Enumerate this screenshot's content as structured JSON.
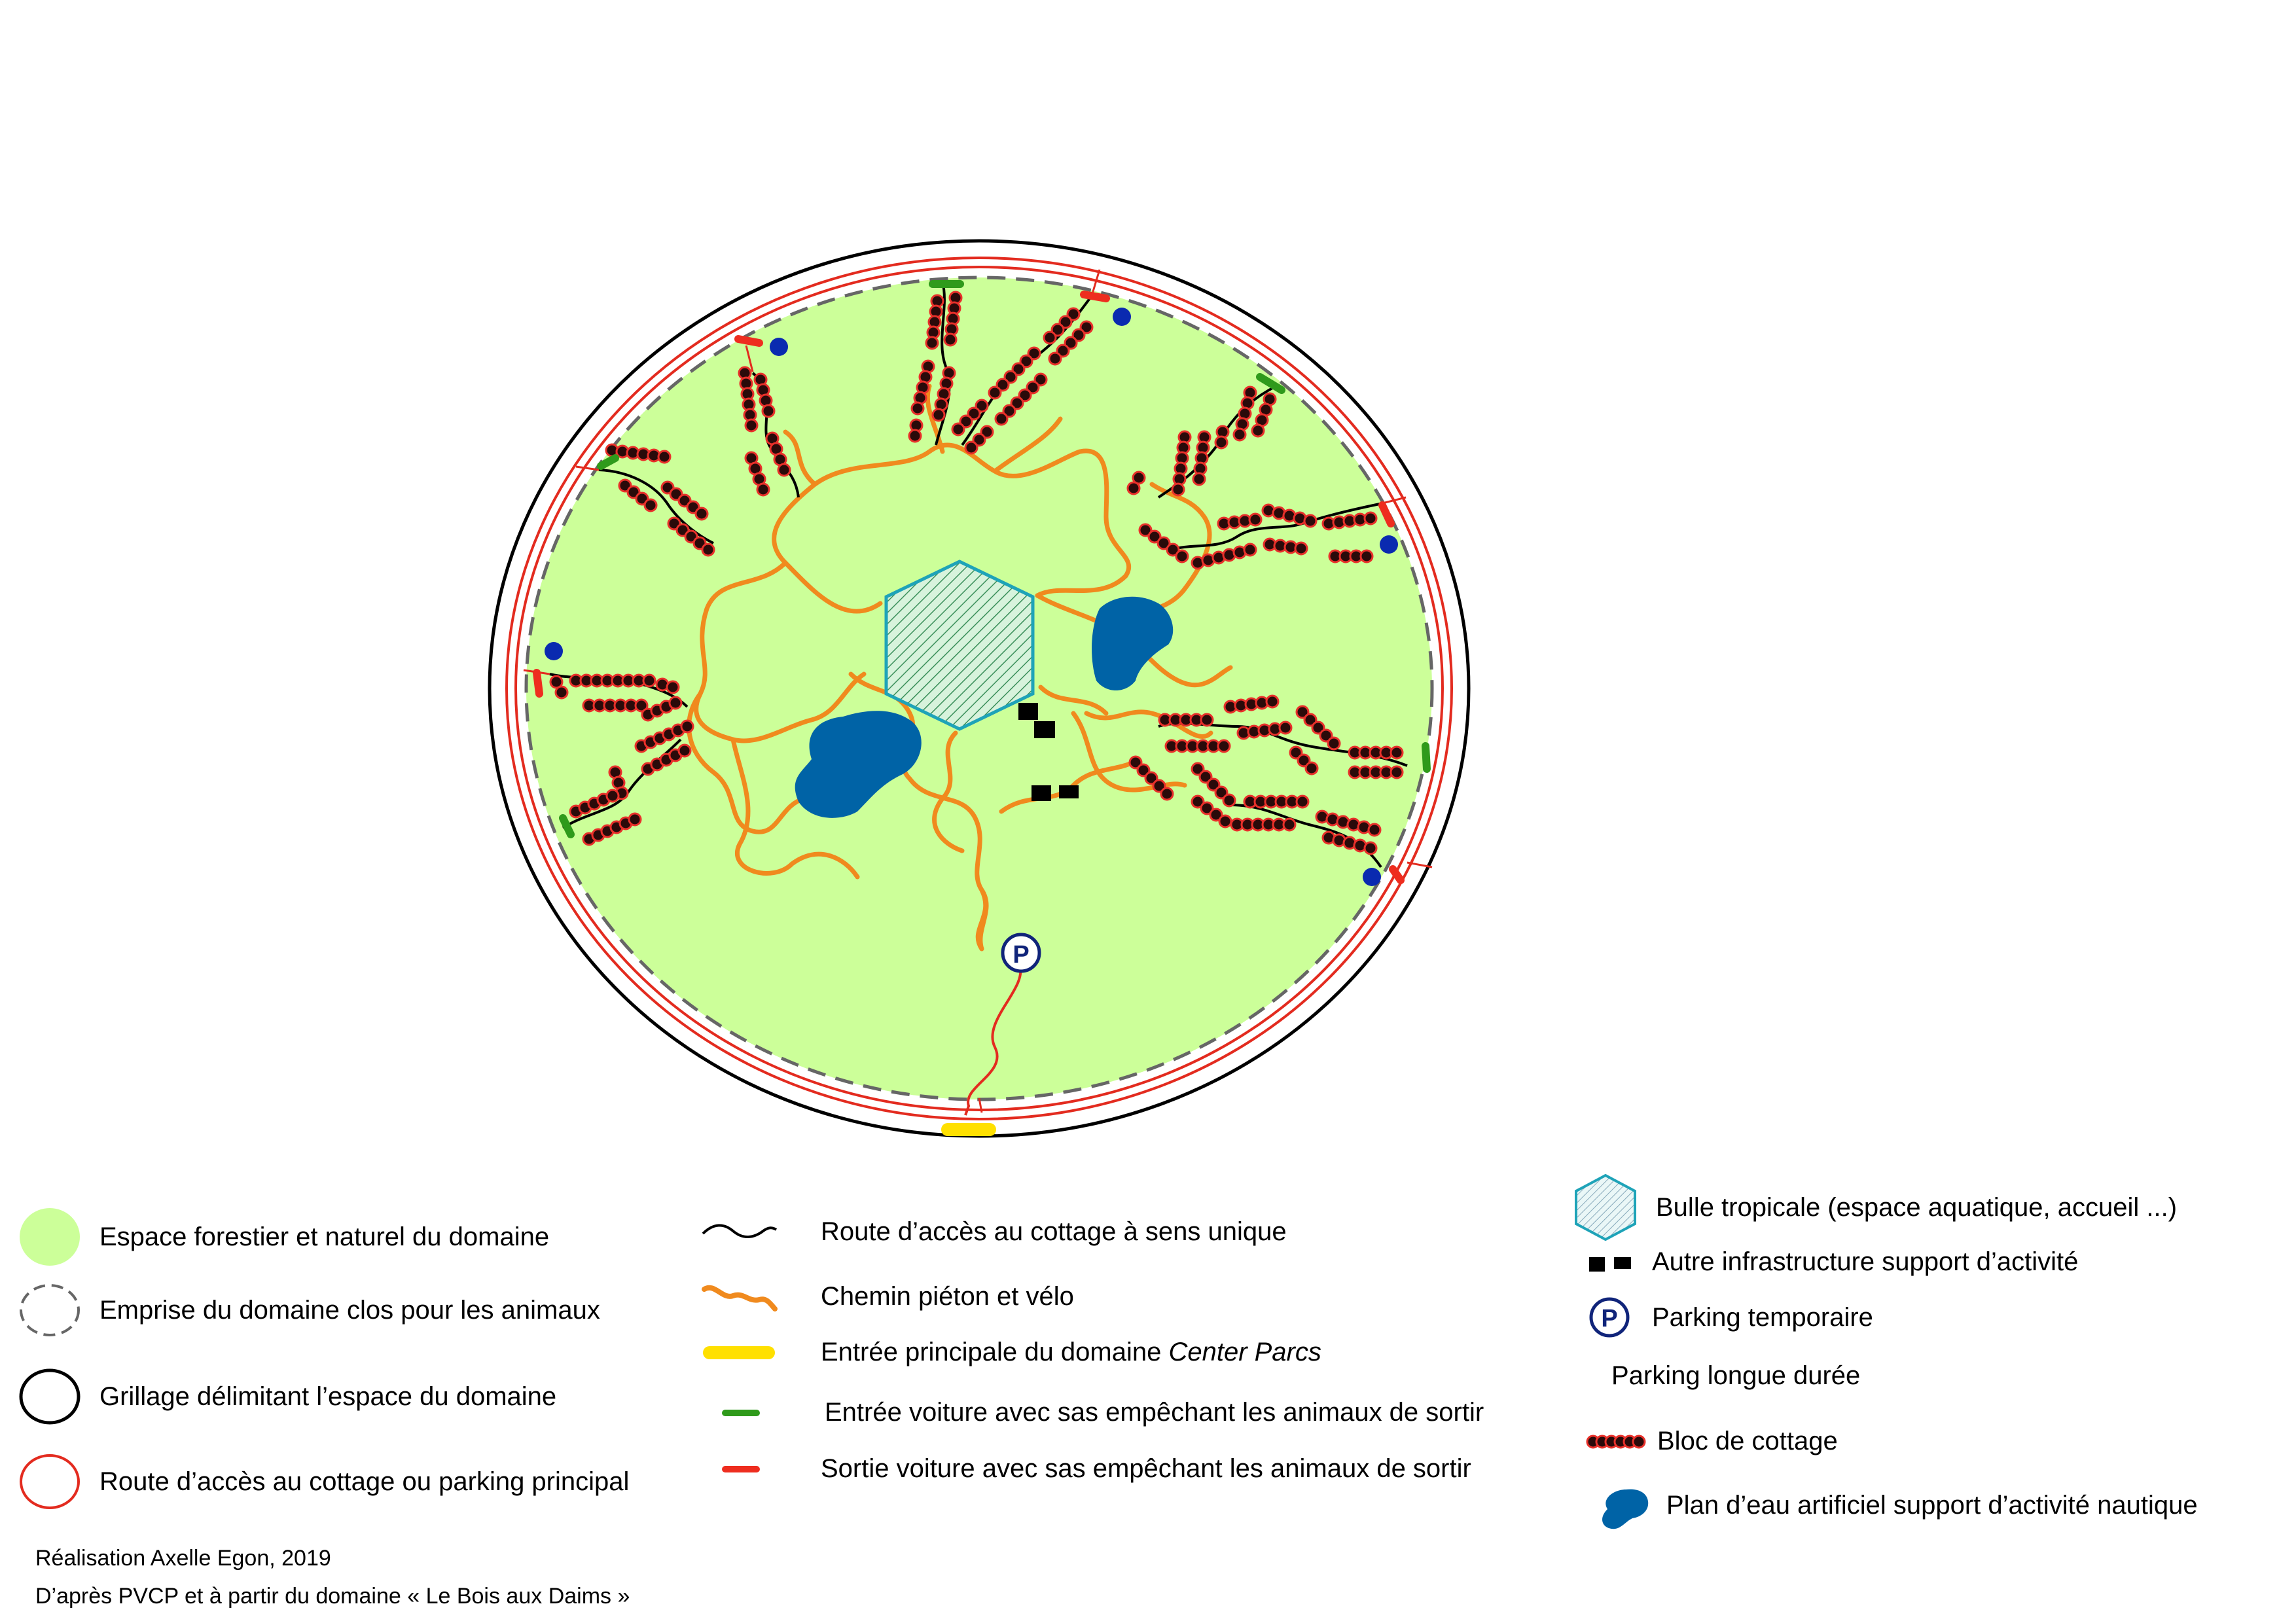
{
  "map": {
    "parking_symbol": "P",
    "colors": {
      "forest": "#ccff99",
      "fence": "#000000",
      "enclosure": "#666666",
      "access_road": "#e32b1f",
      "one_way_road": "#000000",
      "path": "#f08a1e",
      "main_entrance": "#ffe000",
      "car_entry": "#2f9a1b",
      "car_exit": "#ee2d1f",
      "cottage_fill": "#2a0a0a",
      "cottage_stroke": "#e8302a",
      "water": "#0063a6",
      "bubble": "#1ea3b8",
      "parking_long": "#0a2ab0",
      "parking_temp": "#10247a"
    }
  },
  "legend": {
    "col1": [
      {
        "id": "forest",
        "label": "Espace forestier et naturel du domaine",
        "symbol": "green-disc-icon"
      },
      {
        "id": "enclosure",
        "label": "Emprise du domaine clos pour les animaux",
        "symbol": "dashed-circle-icon"
      },
      {
        "id": "fence",
        "label": "Grillage délimitant l’espace du domaine",
        "symbol": "black-circle-icon"
      },
      {
        "id": "road",
        "label": "Route d’accès au cottage ou parking principal",
        "symbol": "red-circle-icon"
      }
    ],
    "col2": [
      {
        "id": "one-way",
        "label": "Route d’accès au cottage à sens unique",
        "symbol": "black-wave-icon"
      },
      {
        "id": "path",
        "label": "Chemin piéton et vélo",
        "symbol": "orange-wave-icon"
      },
      {
        "id": "main-entrance",
        "label": "Entrée principale du domaine ",
        "label_italic": "Center Parcs",
        "symbol": "yellow-bar-icon"
      },
      {
        "id": "car-entry",
        "label": "Entrée voiture avec sas empêchant les animaux de sortir",
        "symbol": "green-dash-icon"
      },
      {
        "id": "car-exit",
        "label": "Sortie voiture avec sas empêchant les animaux de sortir",
        "symbol": "red-dash-icon"
      }
    ],
    "col3": [
      {
        "id": "bubble",
        "label": "Bulle tropicale (espace aquatique, accueil ...)",
        "symbol": "hexagon-icon"
      },
      {
        "id": "infra",
        "label": "Autre infrastructure support d’activité",
        "symbol": "black-squares-icon"
      },
      {
        "id": "parking-temp",
        "label": "Parking temporaire",
        "symbol": "parking-p-icon"
      },
      {
        "id": "parking-long",
        "label": "Parking longue durée",
        "symbol": "blue-dot-icon"
      },
      {
        "id": "cottage",
        "label": "Bloc de cottage",
        "symbol": "cottage-chain-icon"
      },
      {
        "id": "lake",
        "label": "Plan d’eau artificiel support d’activité nautique",
        "symbol": "lake-icon"
      }
    ]
  },
  "credits": {
    "line1": "Réalisation Axelle Egon, 2019",
    "line2": "D’après PVCP et à partir du domaine « Le Bois aux Daims »"
  }
}
